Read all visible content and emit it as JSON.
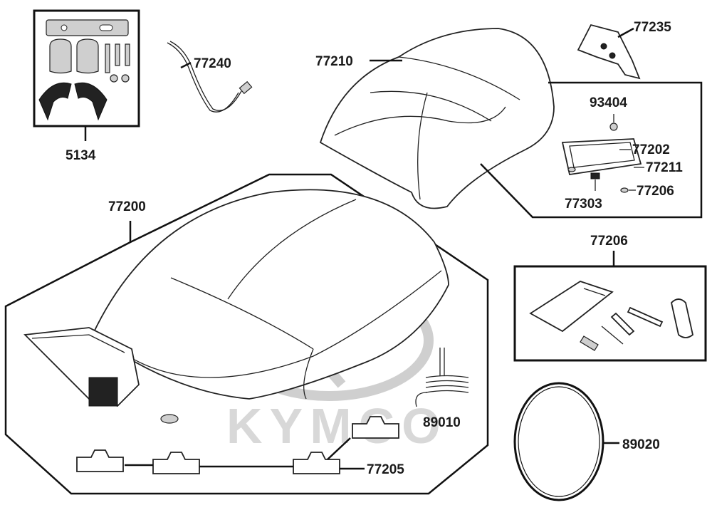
{
  "watermark": {
    "brand": "KYMCO"
  },
  "callouts": [
    {
      "id": "c5134",
      "text": "5134"
    },
    {
      "id": "c77240",
      "text": "77240"
    },
    {
      "id": "c77210",
      "text": "77210"
    },
    {
      "id": "c77235",
      "text": "77235"
    },
    {
      "id": "c93404",
      "text": "93404"
    },
    {
      "id": "c77202",
      "text": "77202"
    },
    {
      "id": "c77211",
      "text": "77211"
    },
    {
      "id": "c77206a",
      "text": "77206"
    },
    {
      "id": "c77303",
      "text": "77303"
    },
    {
      "id": "c77200",
      "text": "77200"
    },
    {
      "id": "c89010",
      "text": "89010"
    },
    {
      "id": "c77205",
      "text": "77205"
    },
    {
      "id": "c77206b",
      "text": "77206"
    },
    {
      "id": "c89020",
      "text": "89020"
    }
  ]
}
